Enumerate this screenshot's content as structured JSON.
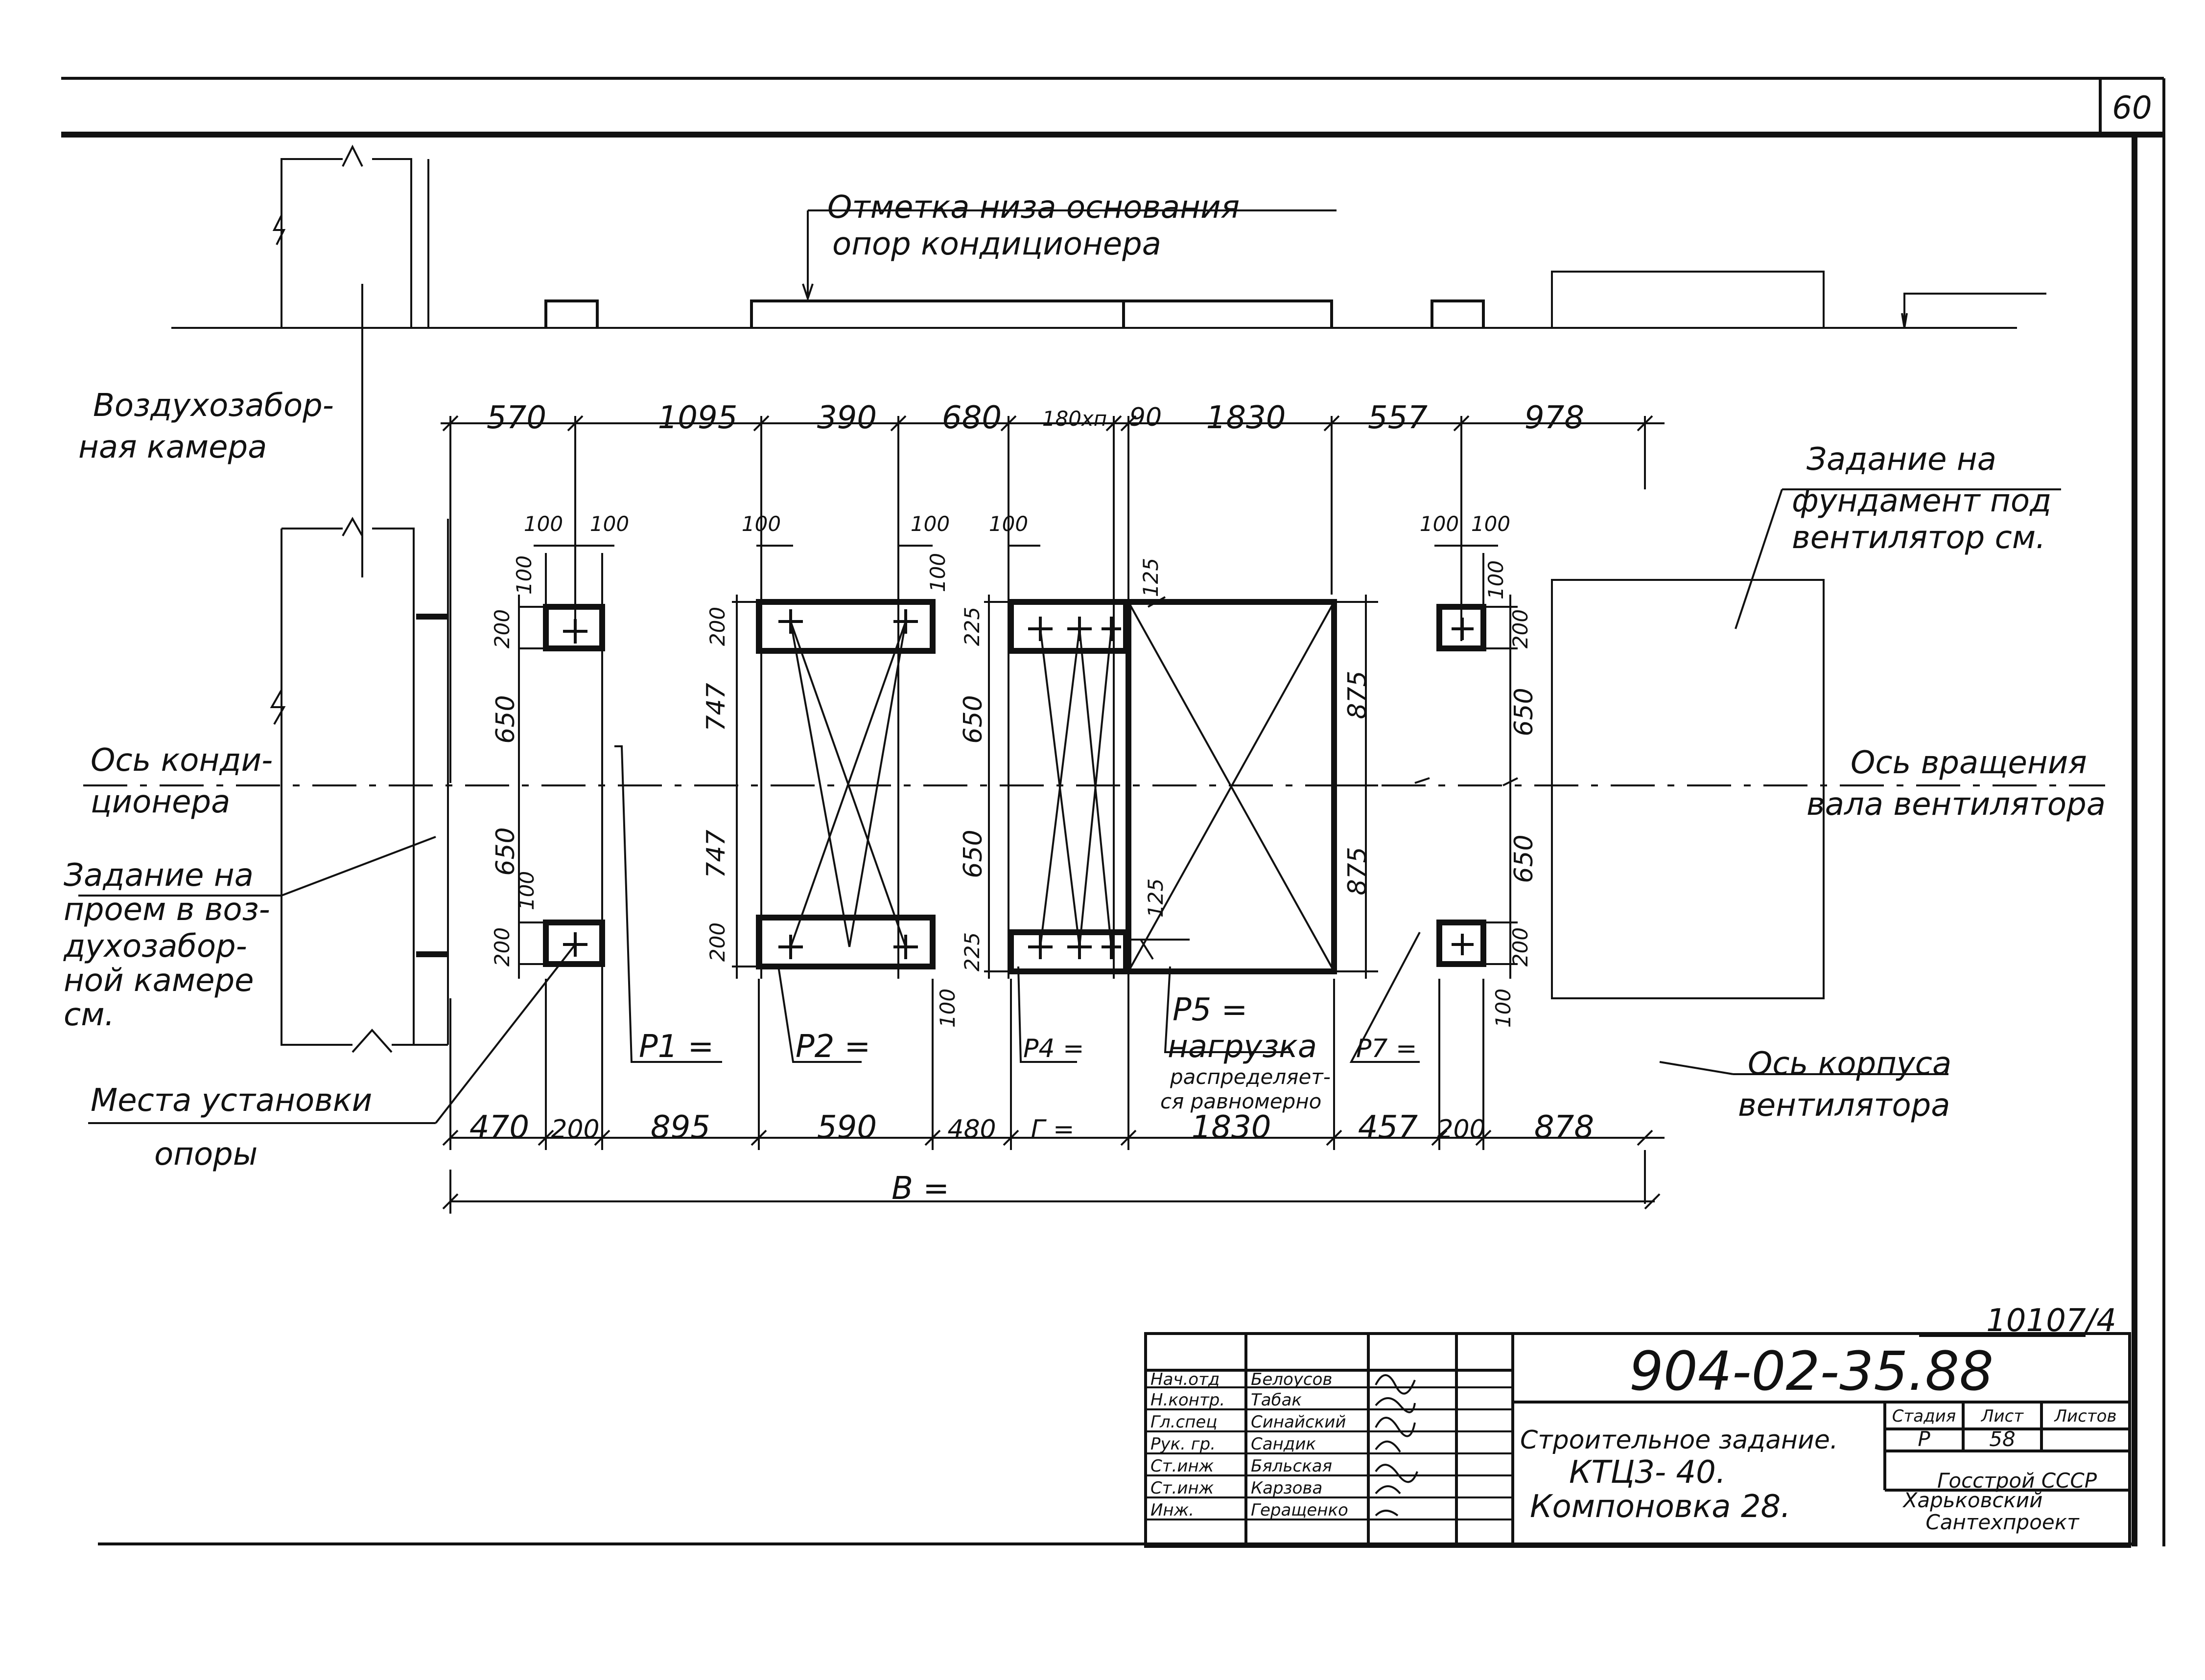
{
  "page_number": "60",
  "notes": {
    "base_level": [
      "Отметка низа основания",
      "опор кондиционера"
    ],
    "intake_chamber": [
      "Воздухозабор-",
      "ная камера"
    ],
    "fan_foundation": [
      "Задание на",
      "фундамент под",
      "вентилятор см."
    ],
    "conditioner_axis": [
      "Ось конди-",
      "ционера"
    ],
    "opening_task": [
      "Задание на",
      "проем в воз-",
      "духозабор-",
      "ной камере",
      "см."
    ],
    "fan_shaft_axis": [
      "Ось вращения",
      "вала вентилятора"
    ],
    "support_places": [
      "Места установки",
      "опоры"
    ],
    "fan_body_axis": [
      "Ось корпуса",
      "вентилятора"
    ],
    "p5_load": [
      "Р5 =",
      "нагрузка",
      "распределяет-",
      "ся равномерно"
    ]
  },
  "dims_top": [
    "570",
    "1095",
    "390",
    "680",
    "180хп",
    "90",
    "1830",
    "557",
    "978"
  ],
  "dims_small": {
    "d100": "100",
    "d200": "200",
    "d225": "225",
    "d125": "125",
    "d650": "650",
    "d747": "747",
    "d875": "875"
  },
  "dims_bottom": [
    "470",
    "200",
    "895",
    "590",
    "480",
    "Г =",
    "1830",
    "457",
    "200",
    "878"
  ],
  "overall_dim": "В =",
  "loads": [
    "Р1 =",
    "Р2 =",
    "Р4 =",
    "Р7 ="
  ],
  "title_block": {
    "inventory": "10107/4",
    "code": "904-02-35.88",
    "title": [
      "Строительное задание.",
      "КТЦ3- 40.",
      "Компоновка 28."
    ],
    "roles": [
      "Нач.отд",
      "Н.контр.",
      "Гл.спец",
      "Рук. гр.",
      "Ст.инж",
      "Ст.инж",
      "Инж."
    ],
    "names": [
      "Белоусов",
      "Табак",
      "Синайский",
      "Сандик",
      "Бяльская",
      "Карзова",
      "Геращенко"
    ],
    "stage_label": "Стадия",
    "sheet_label": "Лист",
    "sheets_label": "Листов",
    "stage": "Р",
    "sheet": "58",
    "organization": [
      "Госстрой СССР",
      "Харьковский",
      "Сантехпроект"
    ]
  }
}
